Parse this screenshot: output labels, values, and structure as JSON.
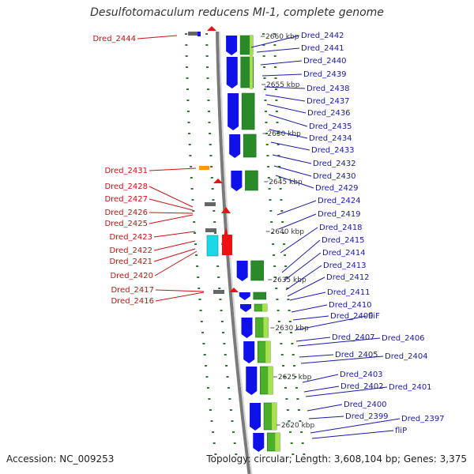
{
  "title": "Desulfotomaculum reducens MI-1, complete genome",
  "footer": {
    "accession": "Accession: NC_009253",
    "stats": "Topology: circular; Length: 3,608,104 bp; Genes: 3,375"
  },
  "colors": {
    "backbone": "#8a8a8a",
    "forward_cds": "#1010e8",
    "cog_green": "#2a8a2a",
    "cog_lime": "#a8e050",
    "reverse_gene": "#ee1111",
    "tick": "#2a7a2a",
    "right_label": "#1a1aa8",
    "left_label": "#cc1111"
  },
  "kbp_ticks": [
    "2660 kbp",
    "2655 kbp",
    "2650 kbp",
    "2645 kbp",
    "2640 kbp",
    "2635 kbp",
    "2630 kbp",
    "2625 kbp",
    "2620 kbp"
  ],
  "right_genes": [
    "Dred_2442",
    "Dred_2441",
    "Dred_2440",
    "Dred_2439",
    "Dred_2438",
    "Dred_2437",
    "Dred_2436",
    "Dred_2435",
    "Dred_2434",
    "Dred_2433",
    "Dred_2432",
    "Dred_2430",
    "Dred_2429",
    "Dred_2424",
    "Dred_2419",
    "Dred_2418",
    "Dred_2415",
    "Dred_2414",
    "Dred_2413",
    "Dred_2412",
    "Dred_2411",
    "Dred_2410",
    "Dred_2409",
    "fliF",
    "Dred_2407",
    "Dred_2406",
    "Dred_2405",
    "Dred_2404",
    "Dred_2403",
    "Dred_2402",
    "Dred_2401",
    "Dred_2400",
    "Dred_2399",
    "Dred_2397",
    "fliP"
  ],
  "left_genes": [
    "Dred_2444",
    "Dred_2431",
    "Dred_2428",
    "Dred_2427",
    "Dred_2426",
    "Dred_2425",
    "Dred_2423",
    "Dred_2422",
    "Dred_2421",
    "Dred_2420",
    "Dred_2417",
    "Dred_2416"
  ]
}
